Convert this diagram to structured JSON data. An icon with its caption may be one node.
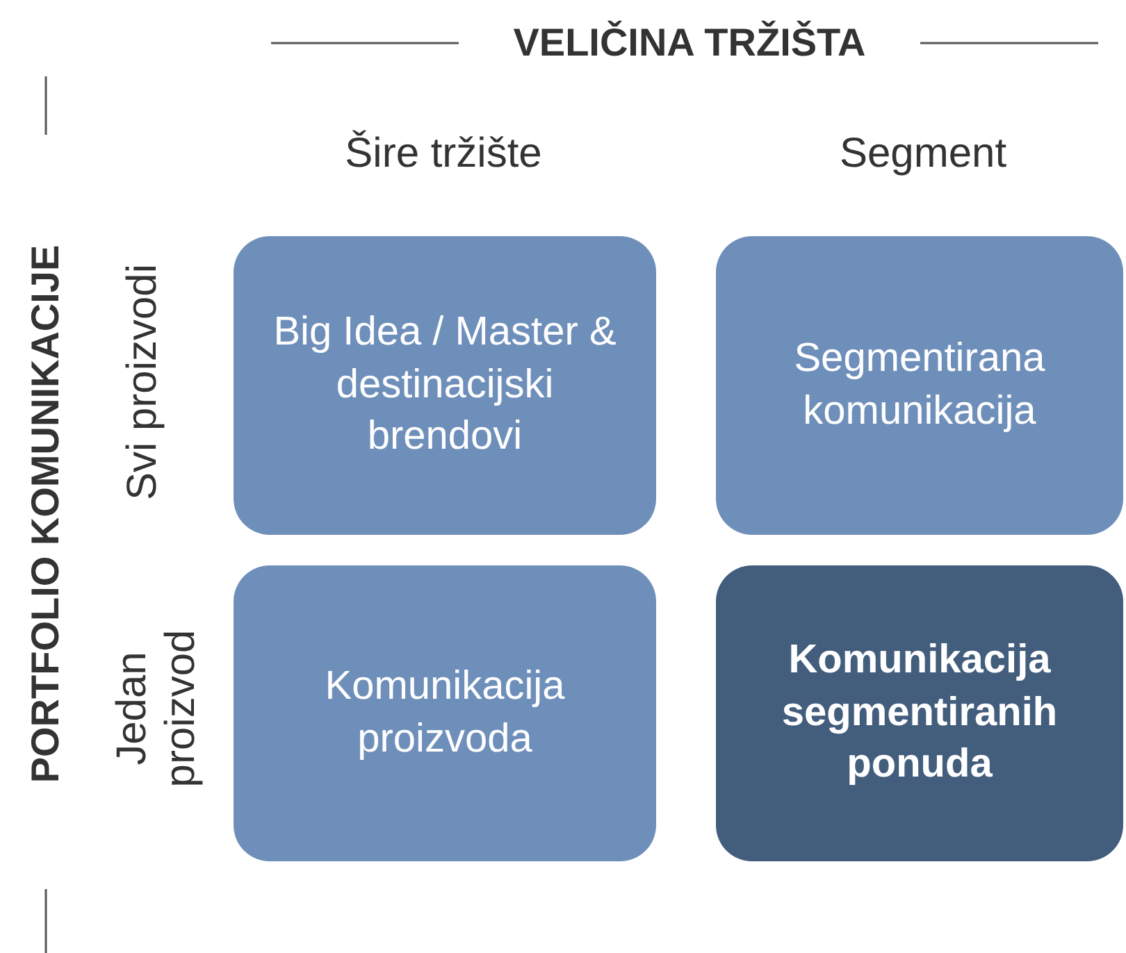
{
  "diagram": {
    "nodes": [
      {
        "text": [
          "Big Idea / Master & destinacijski brendovi"
        ]
      },
      {
        "text": [
          "Segmentirana komunikacija"
        ]
      },
      {
        "text": [
          "Komunikacija proizvoda"
        ]
      },
      {
        "text": [
          "Komunikacija segmentiranih ponuda"
        ]
      }
    ],
    "labels": [
      "VELIČINA TRŽIŠTA",
      "Šire tržište",
      "Segment",
      "PORTFOLIO KOMUNIKACIJE",
      "Svi proizvodi",
      "Jedan proizvod"
    ]
  }
}
